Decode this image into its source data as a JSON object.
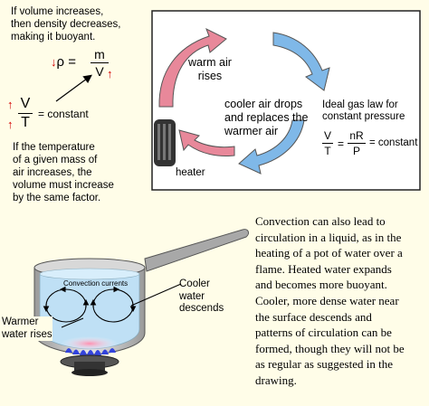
{
  "top_left": {
    "volume_text": [
      "If volume increases,",
      "then density decreases,",
      "making it buoyant."
    ],
    "density_eq": {
      "lhs": "ρ",
      "equals": "=",
      "num": "m",
      "den": "V",
      "up_arrow": "↑",
      "down_arrow": "↓"
    },
    "vt_eq": {
      "num": "V",
      "den": "T",
      "rhs": "= constant"
    },
    "temp_text": [
      "If the temperature",
      "of a given mass of",
      "air increases, the",
      "volume must increase",
      "by the same factor."
    ]
  },
  "convection_box": {
    "warm_air": [
      "warm air",
      "rises"
    ],
    "cooler_air": [
      "cooler air drops",
      "and replaces the",
      "warmer air"
    ],
    "heater": "heater",
    "gas_law_title": [
      "Ideal gas law for",
      "constant pressure"
    ],
    "gas_law_eq": {
      "l_num": "V",
      "l_den": "T",
      "eq": "=",
      "r_num": "nR",
      "r_den": "P",
      "rhs": "= constant"
    }
  },
  "paragraph": [
    "Convection can also lead to",
    "circulation in a liquid, as in the",
    "heating of a pot of water over a",
    "flame. Heated water expands",
    "and becomes more buoyant.",
    "Cooler, more dense water near",
    "the surface descends and",
    "patterns of circulation can be",
    "formed, though they will not be",
    "as regular as suggested in the",
    "drawing."
  ],
  "pot": {
    "currents_label": "Convection currents",
    "cooler_label": [
      "Cooler",
      "water",
      "descends"
    ],
    "warmer_label": [
      "Warmer",
      "water rises"
    ]
  },
  "colors": {
    "warm": "#e8889a",
    "cool": "#7fb8e8",
    "box_border": "#222222",
    "background": "#fffde8"
  }
}
